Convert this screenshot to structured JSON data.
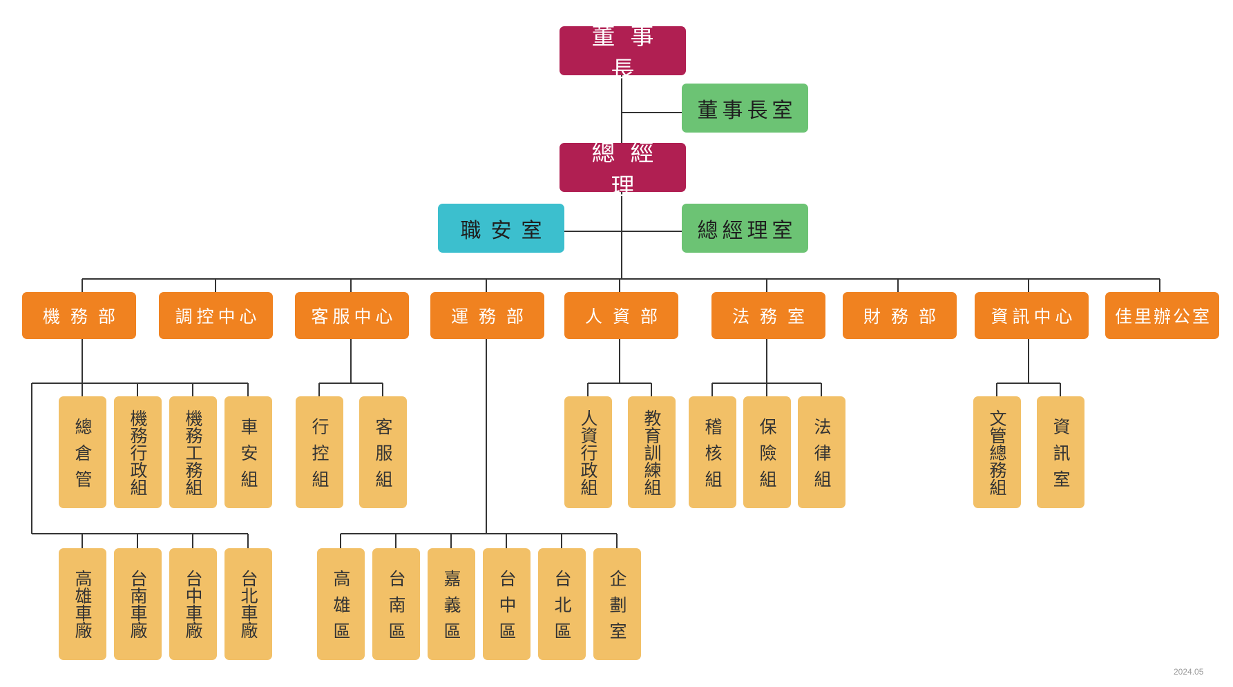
{
  "chairman": "董事長",
  "chairman_office": "董事長室",
  "general_manager": "總經理",
  "safety_office": "職安室",
  "gm_office": "總經理室",
  "departments": [
    {
      "label": "機務部"
    },
    {
      "label": "調控中心"
    },
    {
      "label": "客服中心"
    },
    {
      "label": "運務部"
    },
    {
      "label": "人資部"
    },
    {
      "label": "法務室"
    },
    {
      "label": "財務部"
    },
    {
      "label": "資訊中心"
    },
    {
      "label": "佳里辦公室"
    }
  ],
  "units": {
    "maintenance_top": [
      "總倉管",
      "機務行政組",
      "機務工務組",
      "車安組"
    ],
    "maintenance_bottom": [
      "高雄車廠",
      "台南車廠",
      "台中車廠",
      "台北車廠"
    ],
    "customer_service": [
      "行控組",
      "客服組"
    ],
    "operations": [
      "高雄區",
      "台南區",
      "嘉義區",
      "台中區",
      "台北區",
      "企劃室"
    ],
    "hr": [
      "人資行政組",
      "教育訓練組"
    ],
    "legal": [
      "稽核組",
      "保險組",
      "法律組"
    ],
    "it": [
      "文管總務組",
      "資訊室"
    ]
  },
  "footer_date": "2024.05",
  "colors": {
    "executive": "#b01f52",
    "staff_office": "#6cc374",
    "safety_office": "#3cbfce",
    "department": "#f08220",
    "unit": "#f2c067",
    "connector": "#333333"
  }
}
